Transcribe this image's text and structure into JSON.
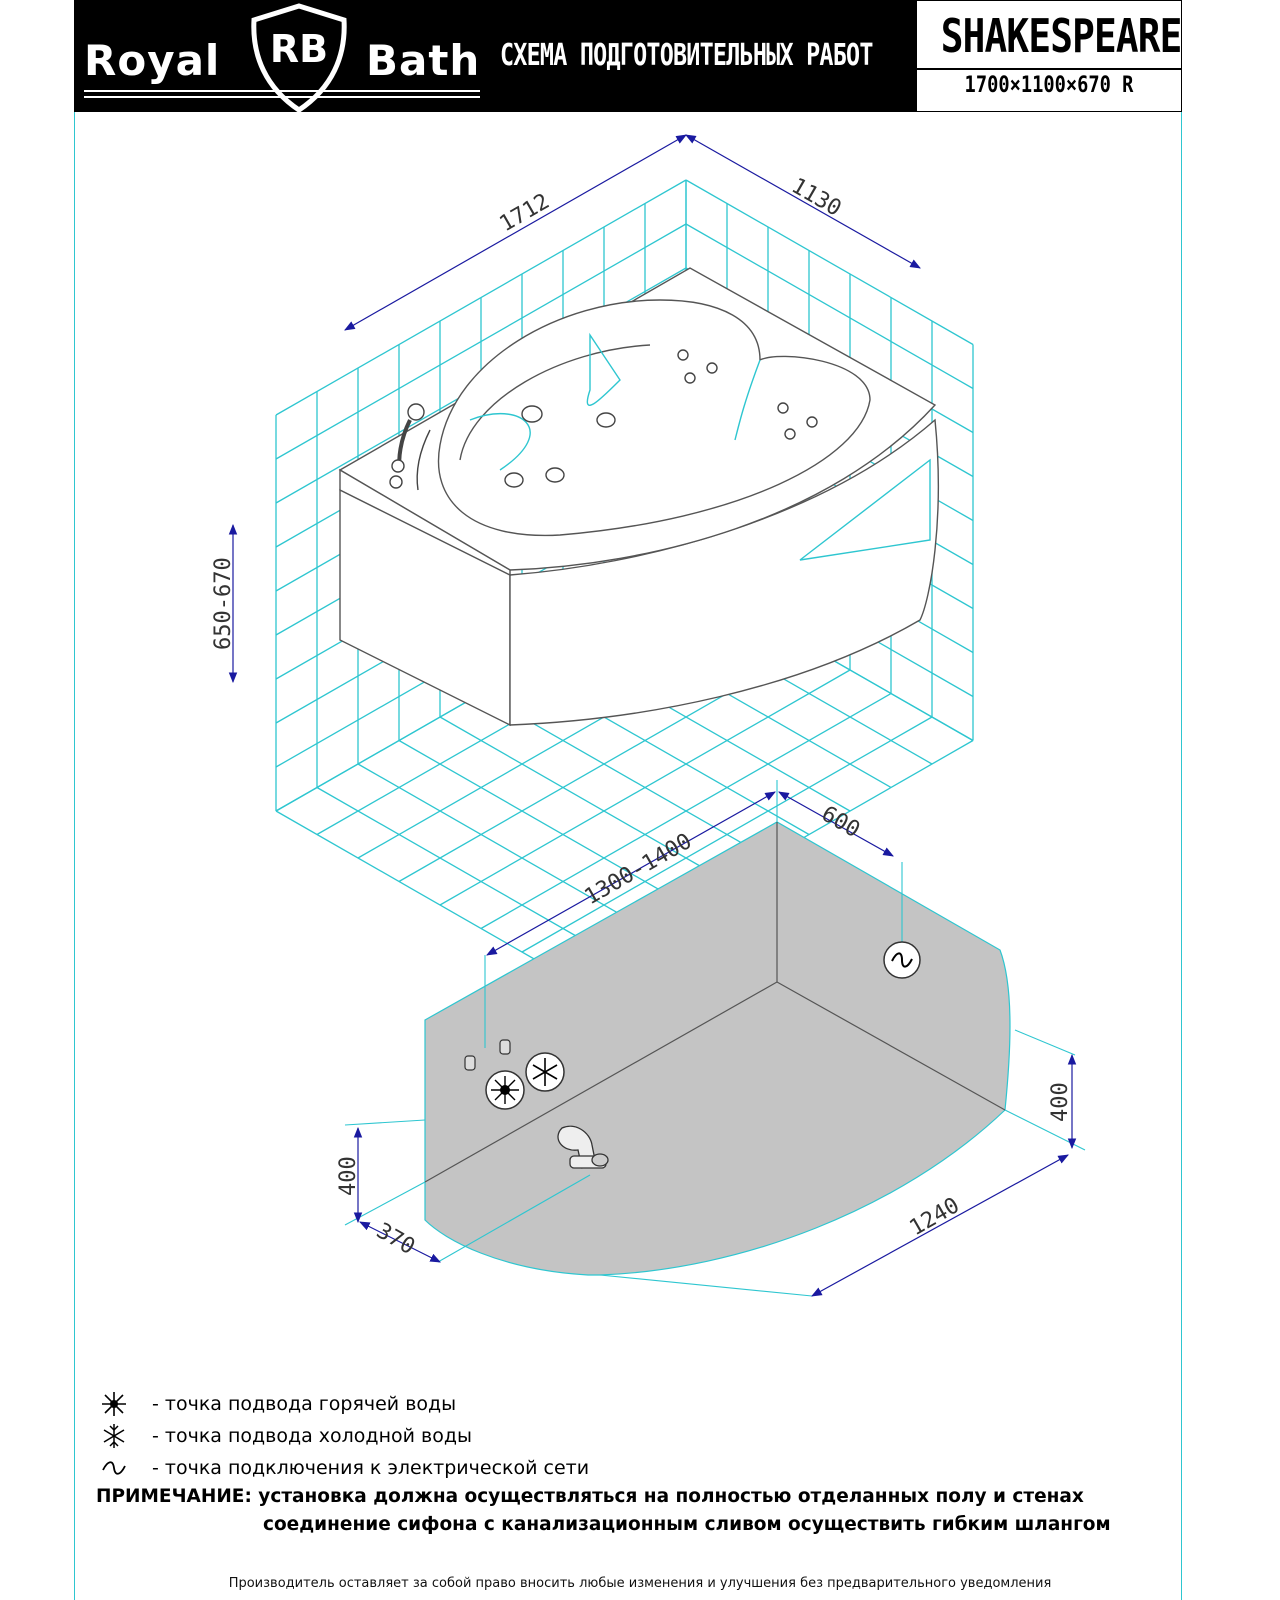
{
  "header": {
    "brand_left": "Royal",
    "brand_monogram": "RB",
    "brand_right": "Bath",
    "schema_title": "СХЕМА ПОДГОТОВИТЕЛЬНЫХ РАБОТ",
    "model_name": "SHAKESPEARE",
    "model_dims": "1700×1100×670 R"
  },
  "top_view": {
    "dim_length": "1712",
    "dim_width": "1130",
    "dim_height": "650-670"
  },
  "bottom_view": {
    "dim_span": "1300-1400",
    "dim_socket": "600",
    "dim_right_height": "400",
    "dim_left_height": "400",
    "dim_left_offset": "370",
    "dim_bottom_length": "1240"
  },
  "legend": [
    {
      "icon": "hot-water-icon",
      "text": "- точка подвода горячей воды"
    },
    {
      "icon": "cold-water-icon",
      "text": "- точка подвода холодной воды"
    },
    {
      "icon": "electric-socket-icon",
      "text": "- точка подключения к электрической сети"
    }
  ],
  "note": {
    "label": "ПРИМЕЧАНИЕ:",
    "line1": "установка должна осуществляться на полностью отделанных полу и стенах",
    "line2": "соединение сифона с канализационным сливом осуществить гибким шлангом"
  },
  "disclaimer": "Производитель оставляет за собой право вносить любые изменения и улучшения без предварительного уведомления",
  "colors": {
    "grid": "#2ec6d0",
    "floor": "#c4c4c4",
    "dimension": "#1a1aa0",
    "header_bg": "#000000"
  }
}
